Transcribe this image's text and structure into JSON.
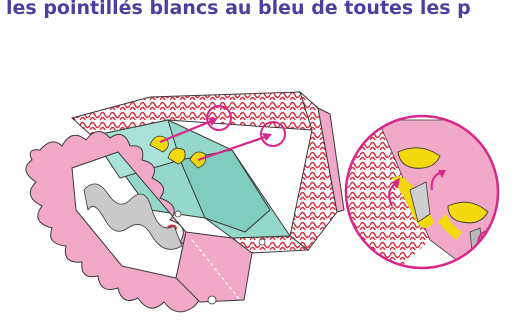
{
  "instruction": {
    "text": "les pointillés blancs au bleu de toutes les p",
    "color": "#4b3fa0"
  },
  "illustration": {
    "main_model": "paper-craft-box-assembly",
    "detail_view": "tab-folding-detail",
    "colors": {
      "pink": "#f2a9c8",
      "pattern_red": "#d8283a",
      "mint": "#93d8c9",
      "yellow": "#f4d80e",
      "arrow_magenta": "#d8268a"
    }
  }
}
